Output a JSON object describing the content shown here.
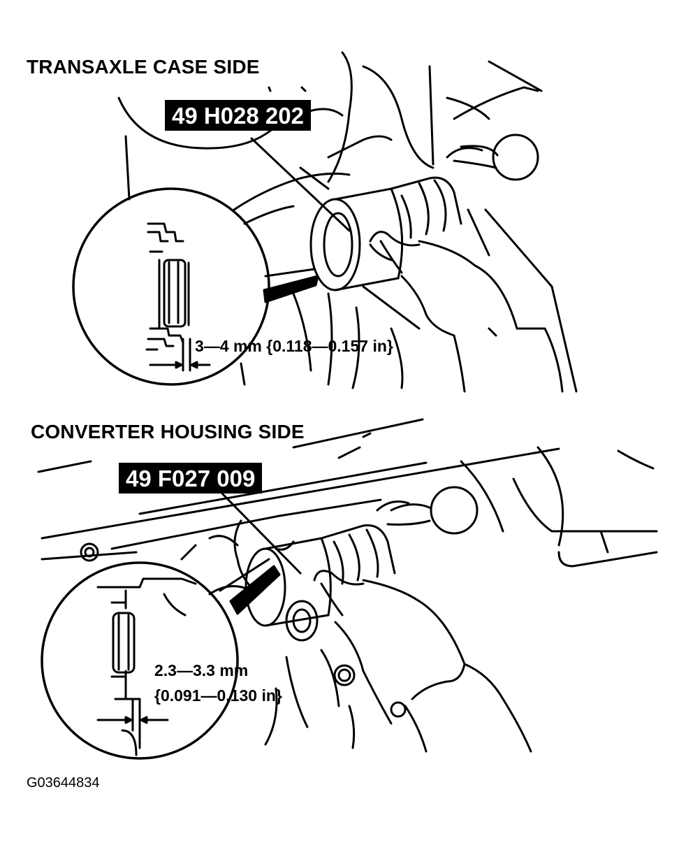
{
  "top_section": {
    "title": "TRANSAXLE CASE SIDE",
    "tool_number": "49 H028 202",
    "dimension": "3—4 mm {0.118—0.157 in}"
  },
  "bottom_section": {
    "title": "CONVERTER HOUSING SIDE",
    "tool_number": "49 F027 009",
    "dimension_line1": "2.3—3.3 mm",
    "dimension_line2": "{0.091—0.130 in}"
  },
  "figure_code": "G03644834"
}
